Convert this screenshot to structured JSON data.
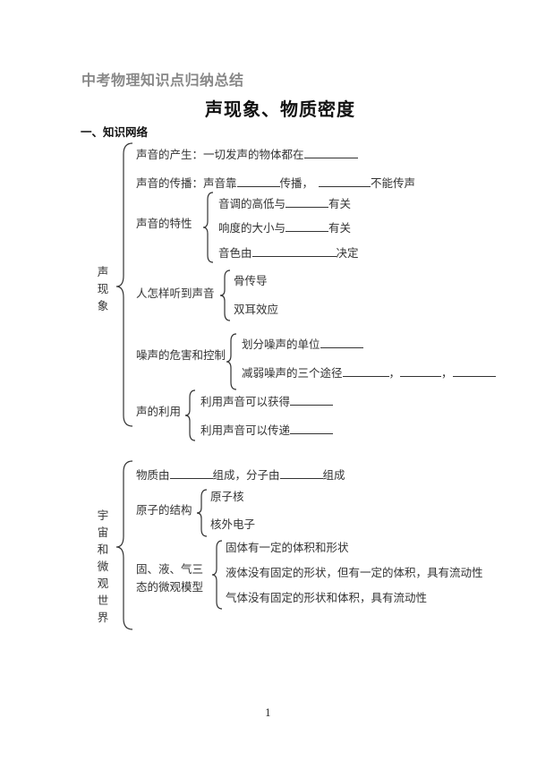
{
  "document": {
    "header_title": "中考物理知识点归纳总结",
    "main_title": "声现象、物质密度",
    "section_title": "一、知识网络",
    "page_number": "1"
  },
  "sound": {
    "label": "声现象",
    "items": {
      "production": {
        "prefix": "声音的产生：一切发声的物体都在"
      },
      "propagation": {
        "prefix": "声音的传播：声音靠",
        "middle": "传播，",
        "suffix": "不能传声"
      },
      "characteristics": {
        "label": "声音的特性",
        "pitch": {
          "prefix": "音调的高低与",
          "suffix": "有关"
        },
        "loudness": {
          "prefix": "响度的大小与",
          "suffix": "有关"
        },
        "timbre": {
          "prefix": "音色由",
          "suffix": "决定"
        }
      },
      "hearing": {
        "label": "人怎样听到声音",
        "bone": "骨传导",
        "binaural": "双耳效应"
      },
      "noise": {
        "label": "噪声的危害和控制",
        "unit": {
          "prefix": "划分噪声的单位"
        },
        "ways": {
          "prefix": "减弱噪声的三个途径",
          "sep1": "，",
          "sep2": "，"
        }
      },
      "use": {
        "label": "声的利用",
        "info": {
          "prefix": "利用声音可以获得"
        },
        "energy": {
          "prefix": "利用声音可以传递"
        }
      }
    }
  },
  "universe": {
    "label": "宇宙和微观世界",
    "composition": {
      "p1": "物质由",
      "p2": "组成，分子由",
      "p3": "组成"
    },
    "atom": {
      "label": "原子的结构",
      "nucleus": "原子核",
      "electrons": "核外电子"
    },
    "states": {
      "label_line1": "固、液、气三",
      "label_line2": "态的微观模型",
      "solid": "固体有一定的体积和形状",
      "liquid": "液体没有固定的形状，但有一定的体积，具有流动性",
      "gas": "气体没有固定的形状和体积，具有流动性"
    }
  }
}
